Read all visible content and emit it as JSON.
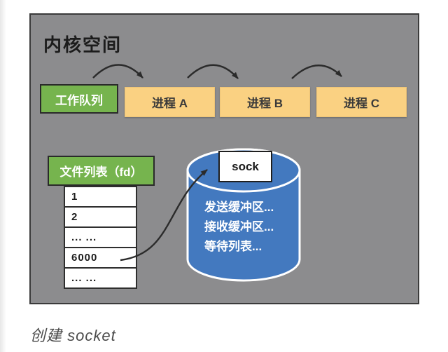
{
  "diagram": {
    "title": "内核空间",
    "work_queue_label": "工作队列",
    "processes": [
      {
        "label": "进程 A"
      },
      {
        "label": "进程 B"
      },
      {
        "label": "进程 C"
      }
    ],
    "file_list": {
      "header": "文件列表（fd）",
      "rows": [
        "1",
        "2",
        "... ...",
        "6000",
        "... ..."
      ]
    },
    "socket": {
      "tag": "sock",
      "lines": [
        "发送缓冲区...",
        "接收缓冲区...",
        "等待列表..."
      ]
    },
    "colors": {
      "panel_bg": "#8c8c8e",
      "panel_border": "#3b3b3b",
      "green": "#76b44e",
      "orange": "#fad182",
      "blue": "#4379bf",
      "arrow": "#2b2b2b"
    }
  },
  "caption": "创建 socket"
}
